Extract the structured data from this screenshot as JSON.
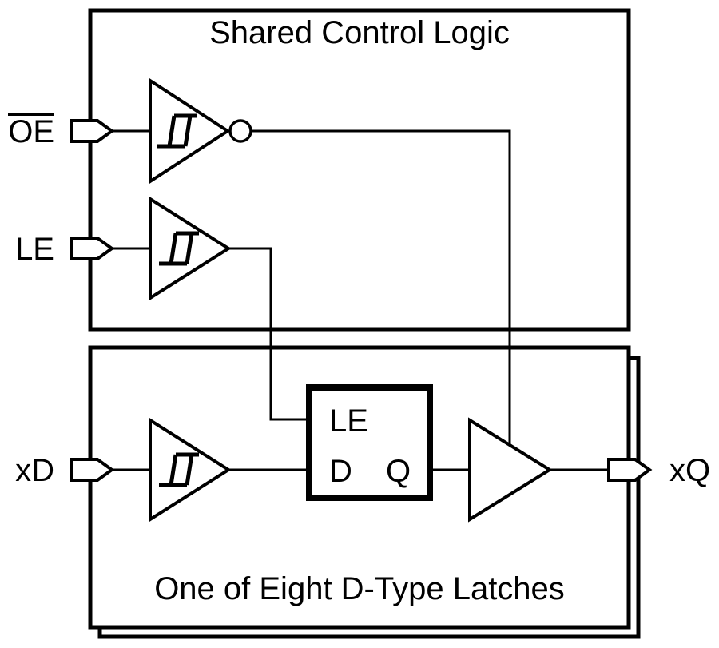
{
  "diagram": {
    "background_color": "#ffffff",
    "line_color": "#000000",
    "top_block": {
      "title": "Shared Control Logic"
    },
    "bottom_block": {
      "title": "One of Eight D-Type Latches"
    },
    "ports": {
      "oe": {
        "label": "OE",
        "overline": "true"
      },
      "le": {
        "label": "LE"
      },
      "xd": {
        "label": "xD"
      },
      "xq": {
        "label": "xQ"
      }
    },
    "latch": {
      "le_pin": "LE",
      "d_pin": "D",
      "q_pin": "Q"
    }
  }
}
